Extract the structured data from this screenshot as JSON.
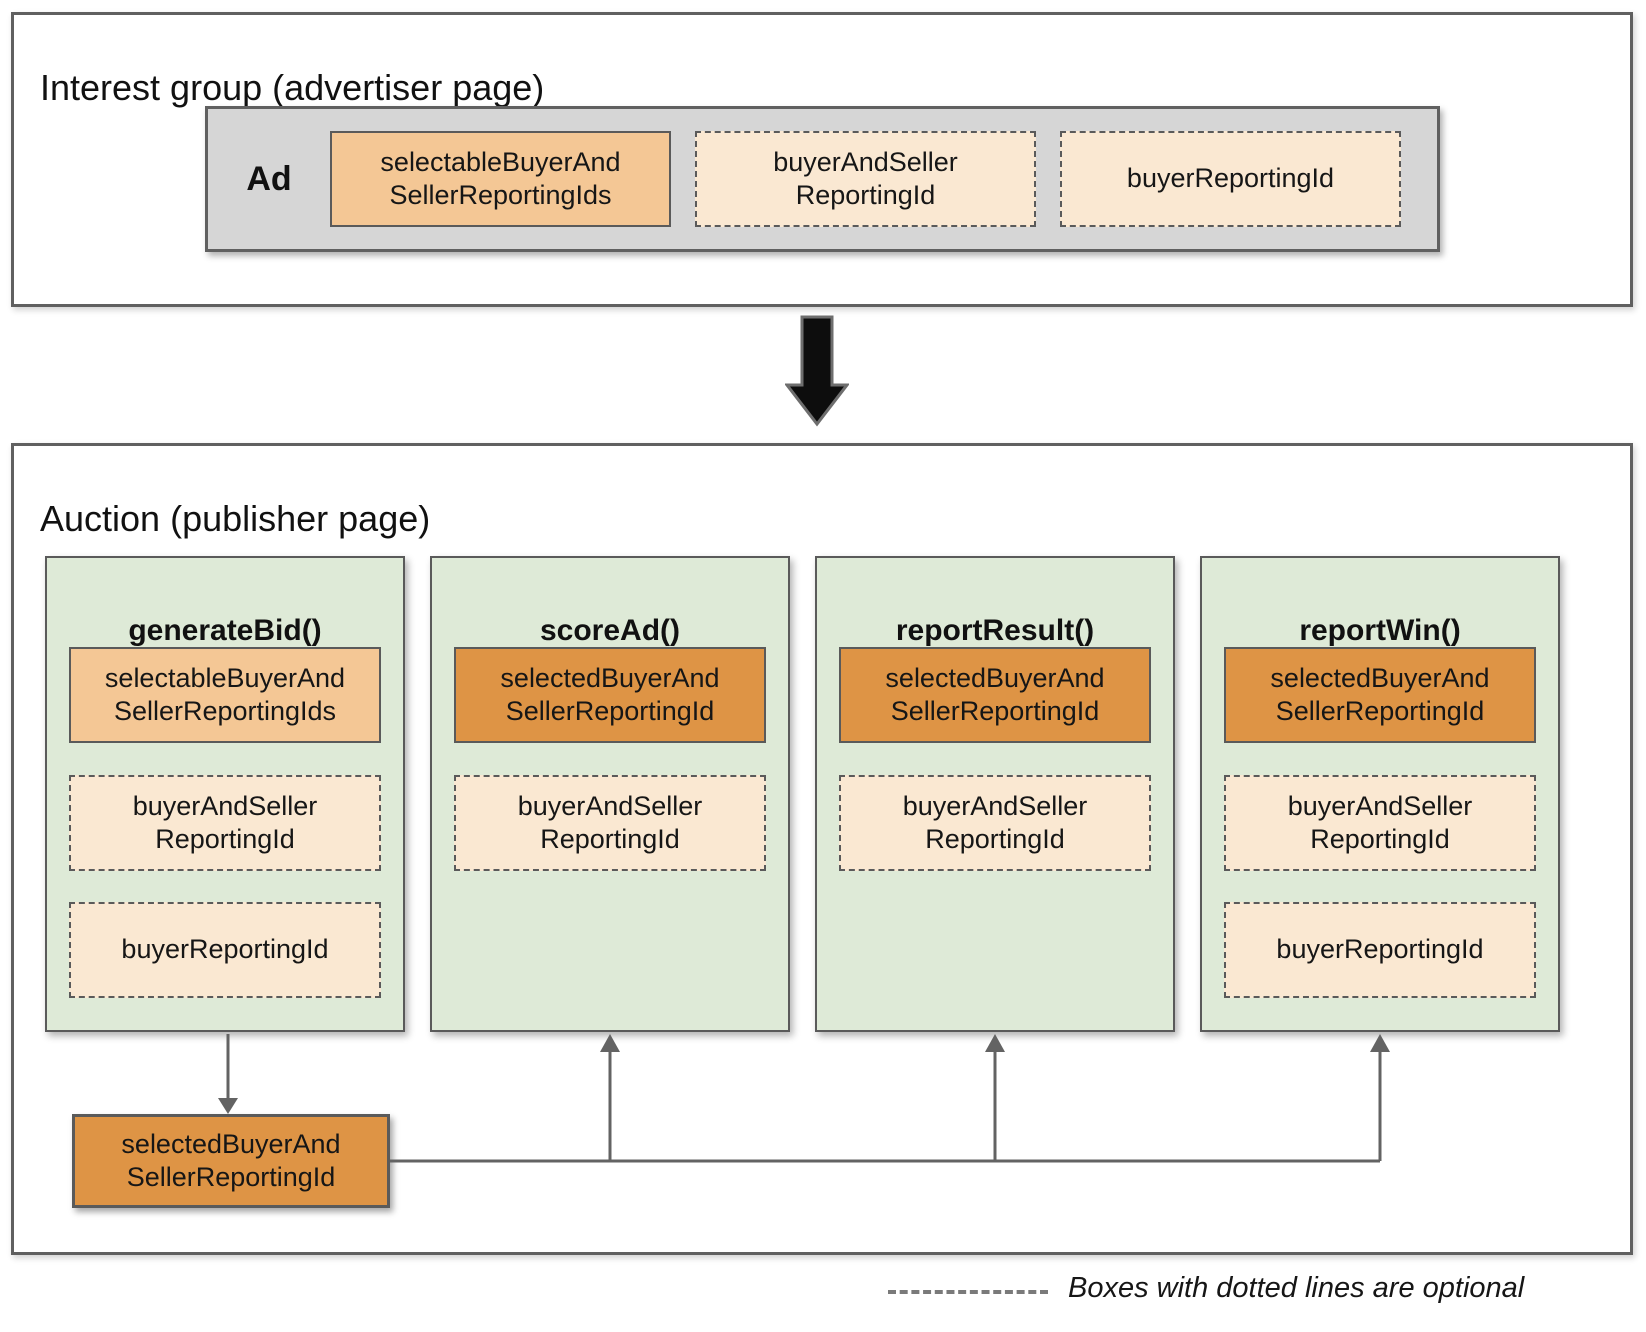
{
  "colors": {
    "solid_light_orange": "#F4C795",
    "optional_cream": "#FAE8D2",
    "selected_orange": "#DE9445",
    "function_green": "#DEEAD7",
    "ad_gray": "#D6D6D6",
    "border_gray": "#5A5A5A",
    "connector_gray": "#636363",
    "block_arrow_black": "#0D0D0D"
  },
  "interest_group": {
    "title": "Interest group (advertiser page)",
    "ad_label": "Ad",
    "boxes": [
      {
        "label": "selectableBuyerAndSellerReportingIds",
        "lines": [
          "selectableBuyerAnd",
          "SellerReportingIds"
        ],
        "optional": false
      },
      {
        "label": "buyerAndSellerReportingId",
        "lines": [
          "buyerAndSeller",
          "ReportingId"
        ],
        "optional": true
      },
      {
        "label": "buyerReportingId",
        "lines": [
          "buyerReportingId"
        ],
        "optional": true
      }
    ]
  },
  "auction": {
    "title": "Auction (publisher page)",
    "functions": [
      {
        "name": "generateBid()",
        "boxes": [
          {
            "label": "selectableBuyerAndSellerReportingIds",
            "lines": [
              "selectableBuyerAnd",
              "SellerReportingIds"
            ],
            "optional": false
          },
          {
            "label": "buyerAndSellerReportingId",
            "lines": [
              "buyerAndSeller",
              "ReportingId"
            ],
            "optional": true
          },
          {
            "label": "buyerReportingId",
            "lines": [
              "buyerReportingId"
            ],
            "optional": true
          }
        ]
      },
      {
        "name": "scoreAd()",
        "boxes": [
          {
            "label": "selectedBuyerAndSellerReportingId",
            "lines": [
              "selectedBuyerAnd",
              "SellerReportingId"
            ],
            "optional": false
          },
          {
            "label": "buyerAndSellerReportingId",
            "lines": [
              "buyerAndSeller",
              "ReportingId"
            ],
            "optional": true
          }
        ]
      },
      {
        "name": "reportResult()",
        "boxes": [
          {
            "label": "selectedBuyerAndSellerReportingId",
            "lines": [
              "selectedBuyerAnd",
              "SellerReportingId"
            ],
            "optional": false
          },
          {
            "label": "buyerAndSellerReportingId",
            "lines": [
              "buyerAndSeller",
              "ReportingId"
            ],
            "optional": true
          }
        ]
      },
      {
        "name": "reportWin()",
        "boxes": [
          {
            "label": "selectedBuyerAndSellerReportingId",
            "lines": [
              "selectedBuyerAnd",
              "SellerReportingId"
            ],
            "optional": false
          },
          {
            "label": "buyerAndSellerReportingId",
            "lines": [
              "buyerAndSeller",
              "ReportingId"
            ],
            "optional": true
          },
          {
            "label": "buyerReportingId",
            "lines": [
              "buyerReportingId"
            ],
            "optional": true
          }
        ]
      }
    ],
    "output_box": {
      "label": "selectedBuyerAndSellerReportingId",
      "lines": [
        "selectedBuyerAnd",
        "SellerReportingId"
      ]
    }
  },
  "legend": {
    "text": "Boxes with dotted lines are optional"
  }
}
